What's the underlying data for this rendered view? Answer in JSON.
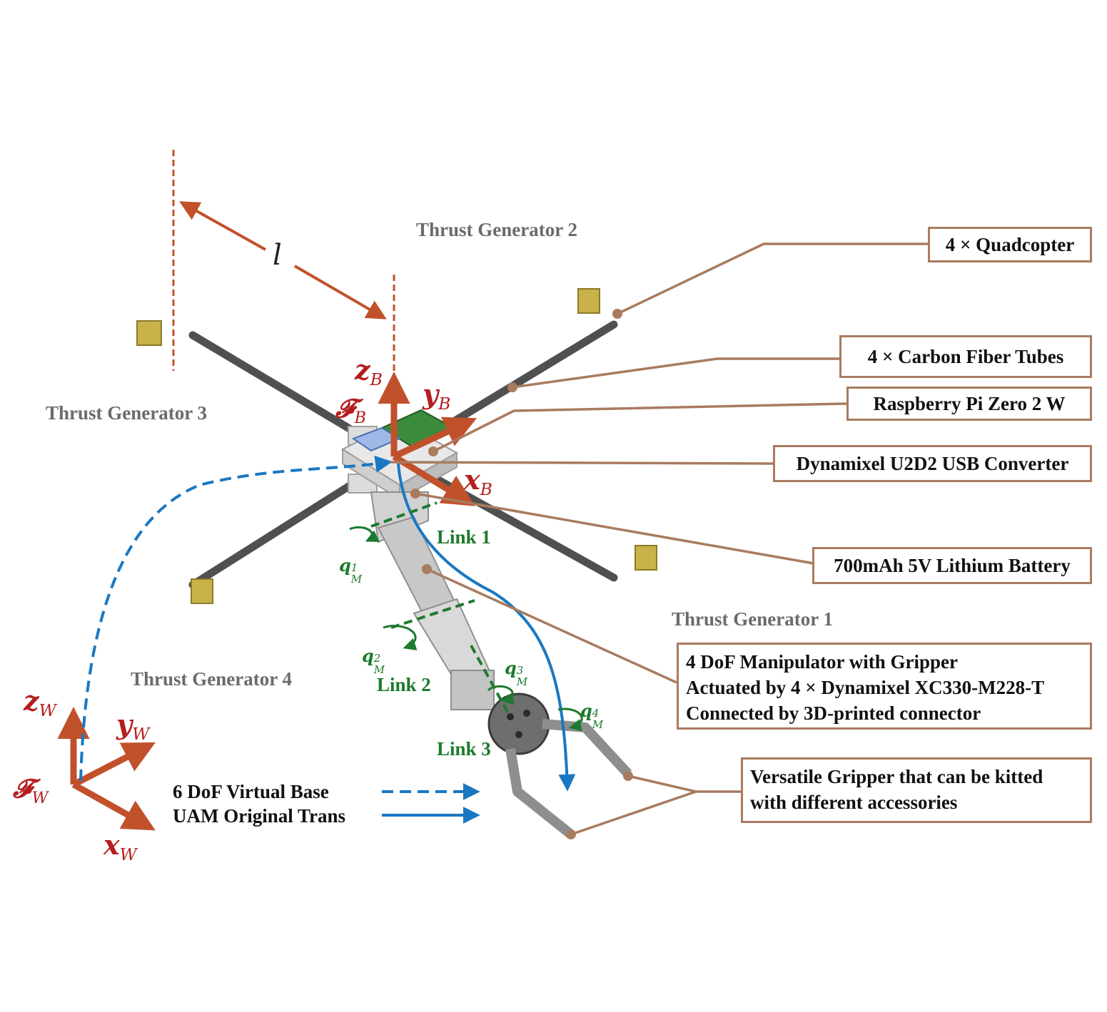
{
  "thrust_generators": {
    "tg1": "Thrust Generator 1",
    "tg2": "Thrust Generator 2",
    "tg3": "Thrust Generator 3",
    "tg4": "Thrust Generator 4"
  },
  "callouts": {
    "quadcopter": "4 × Quadcopter",
    "carbon_tubes": "4 ×  Carbon Fiber Tubes",
    "raspberry": "Raspberry Pi Zero 2 W",
    "u2d2": "Dynamixel U2D2 USB Converter",
    "battery": "700mAh 5V Lithium Battery",
    "manipulator": [
      "4 DoF Manipulator with Gripper",
      "Actuated by 4 × Dynamixel XC330-M228-T",
      "Connected by 3D-printed connector"
    ],
    "gripper": [
      "Versatile Gripper that can be kitted",
      "with different accessories"
    ]
  },
  "links": {
    "link1": "Link 1",
    "link2": "Link 2",
    "link3": "Link 3"
  },
  "legend": {
    "virtual_base": "6 DoF Virtual Base",
    "original_trans": "UAM Original Trans"
  },
  "frames": {
    "body": {
      "frame": "𝓕",
      "x": "x",
      "y": "y",
      "z": "z",
      "sub": "B"
    },
    "world": {
      "frame": "𝓕",
      "x": "x",
      "y": "y",
      "z": "z",
      "sub": "W"
    }
  },
  "joints": {
    "symbol": "q",
    "sub": "M",
    "q1": "1",
    "q2": "2",
    "q3": "3",
    "q4": "4"
  },
  "arm_length_symbol": "l",
  "colors": {
    "frame_arrow": "#c1512b",
    "frame_text": "#b51e1e",
    "leader": "#a97b5f",
    "link_green": "#1e7a2e",
    "trajectory_blue": "#1a78c2",
    "tg_gray": "#6b6b6b"
  }
}
